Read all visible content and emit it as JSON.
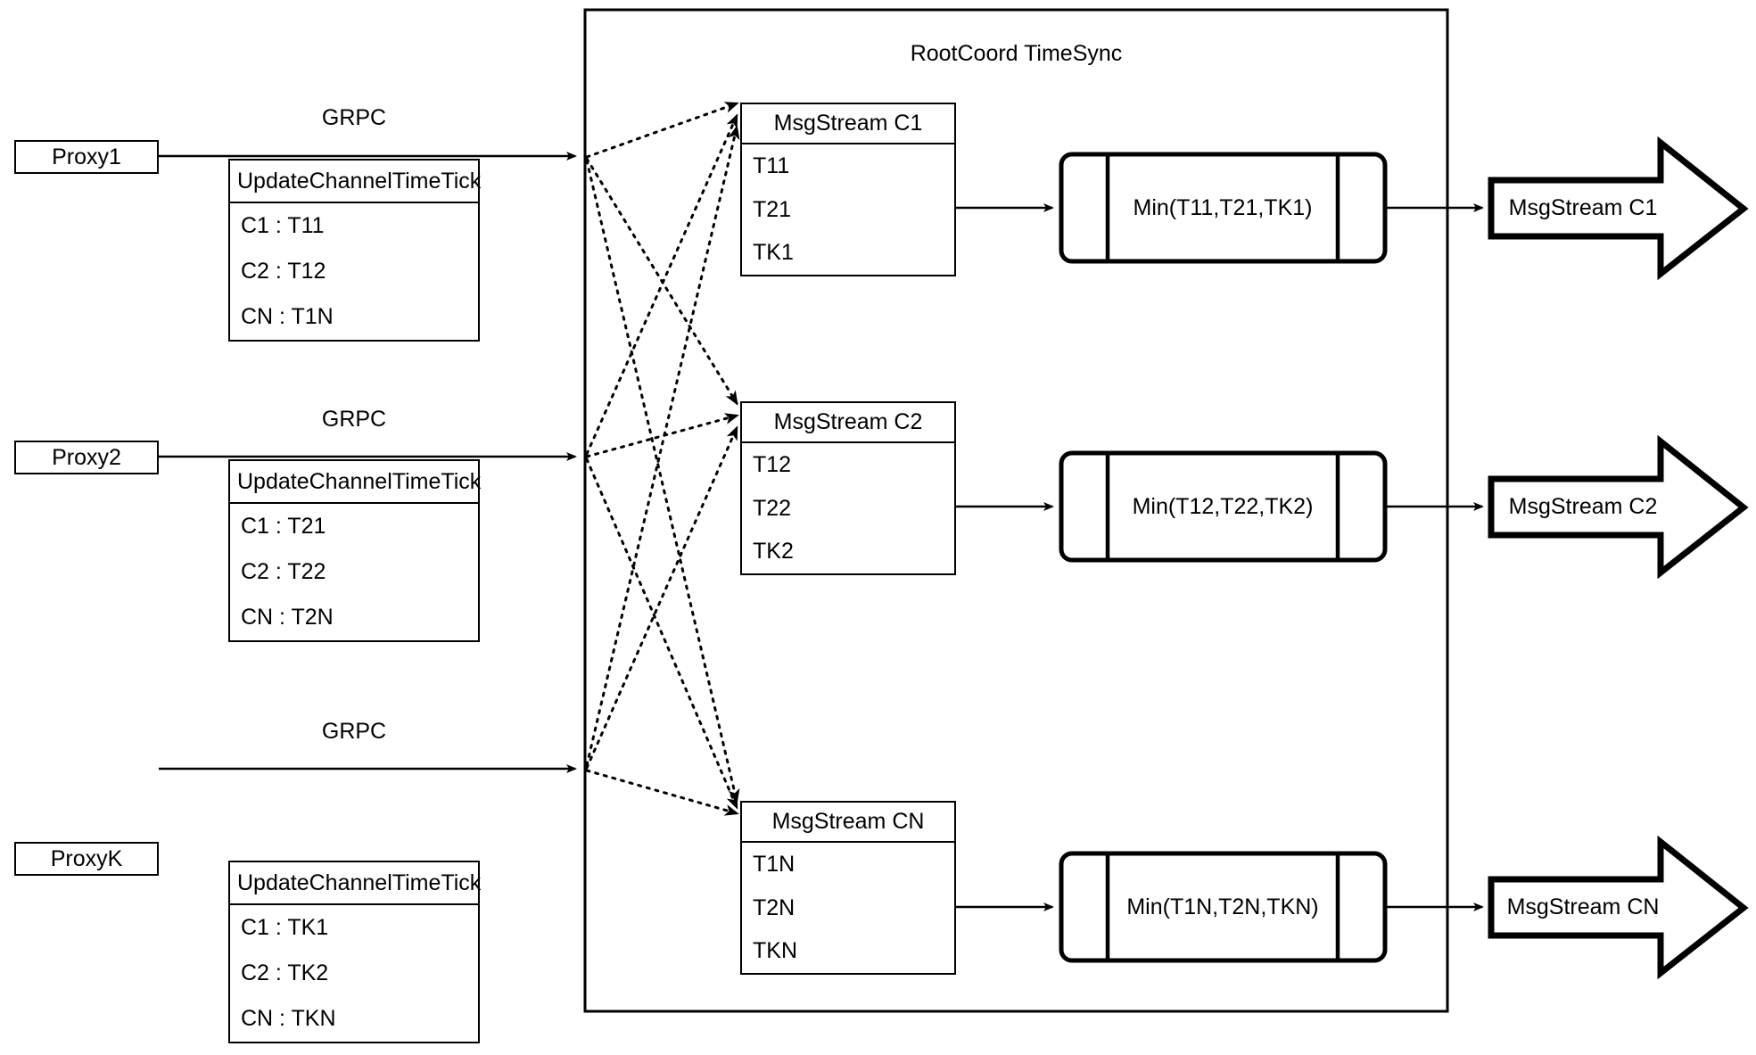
{
  "diagram": {
    "title": "RootCoord TimeSync",
    "container_label": "RootCoord TimeSync",
    "link_label": "GRPC",
    "proxies": [
      {
        "name": "Proxy1",
        "link_label": "GRPC",
        "request": {
          "header": "UpdateChannelTimeTick",
          "rows": [
            "C1 :  T11",
            "C2 :  T12",
            "CN : T1N"
          ]
        }
      },
      {
        "name": "Proxy2",
        "link_label": "GRPC",
        "request": {
          "header": "UpdateChannelTimeTick",
          "rows": [
            "C1 :  T21",
            "C2 :  T22",
            "CN : T2N"
          ]
        }
      },
      {
        "name": "ProxyK",
        "link_label": "GRPC",
        "request": {
          "header": "UpdateChannelTimeTick",
          "rows": [
            "C1 :  TK1",
            "C2 :  TK2",
            "CN : TKN"
          ]
        }
      }
    ],
    "channels": [
      {
        "stream": {
          "header": "MsgStream C1",
          "rows": [
            "T11",
            "T21",
            "TK1"
          ]
        },
        "process": "Min(T11,T21,TK1)",
        "output": "MsgStream C1"
      },
      {
        "stream": {
          "header": "MsgStream C2",
          "rows": [
            "T12",
            "T22",
            "TK2"
          ]
        },
        "process": "Min(T12,T22,TK2)",
        "output": "MsgStream C2"
      },
      {
        "stream": {
          "header": "MsgStream CN",
          "rows": [
            "T1N",
            "T2N",
            "TKN"
          ]
        },
        "process": "Min(T1N,T2N,TKN)",
        "output": "MsgStream CN"
      }
    ],
    "colors": {
      "stroke": "#000000",
      "fill": "#ffffff"
    }
  }
}
